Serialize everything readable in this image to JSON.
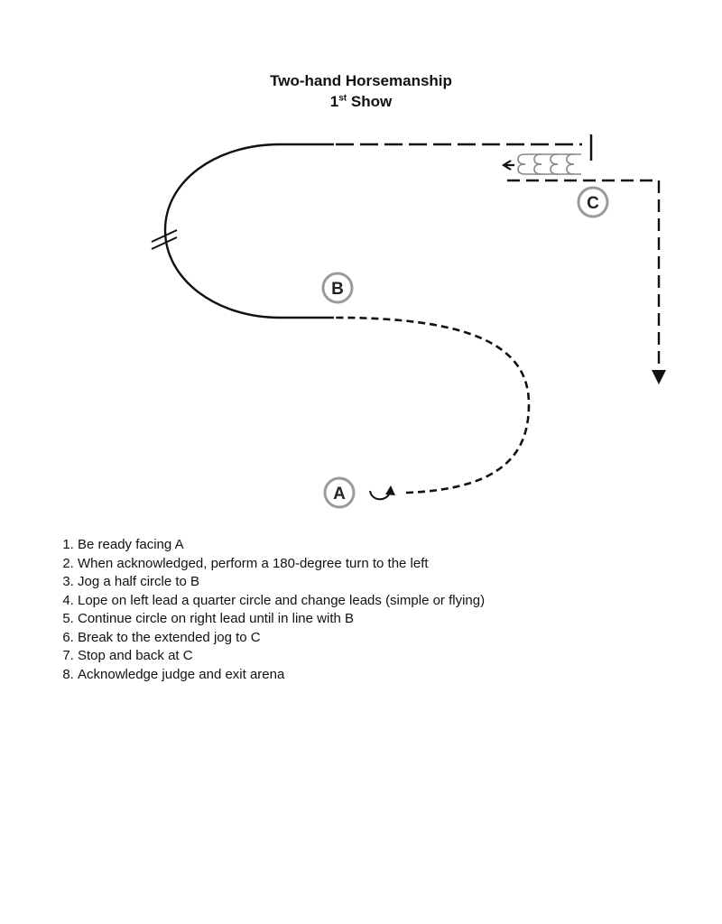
{
  "header": {
    "title": "Two-hand Horsemanship",
    "show_number": "1",
    "show_suffix": "st",
    "show_word": "Show"
  },
  "markers": {
    "a": "A",
    "b": "B",
    "c": "C"
  },
  "steps": [
    "Be ready facing A",
    "When acknowledged, perform a 180-degree turn to the left",
    "Jog a half circle to B",
    "Lope on left lead a quarter circle and change leads (simple or flying)",
    "Continue circle on right lead until in line with B",
    "Break to the extended jog to C",
    "Stop and back at C",
    "Acknowledge judge and exit arena"
  ],
  "colors": {
    "ink": "#111111",
    "marker_ring": "#9a9a9a"
  }
}
